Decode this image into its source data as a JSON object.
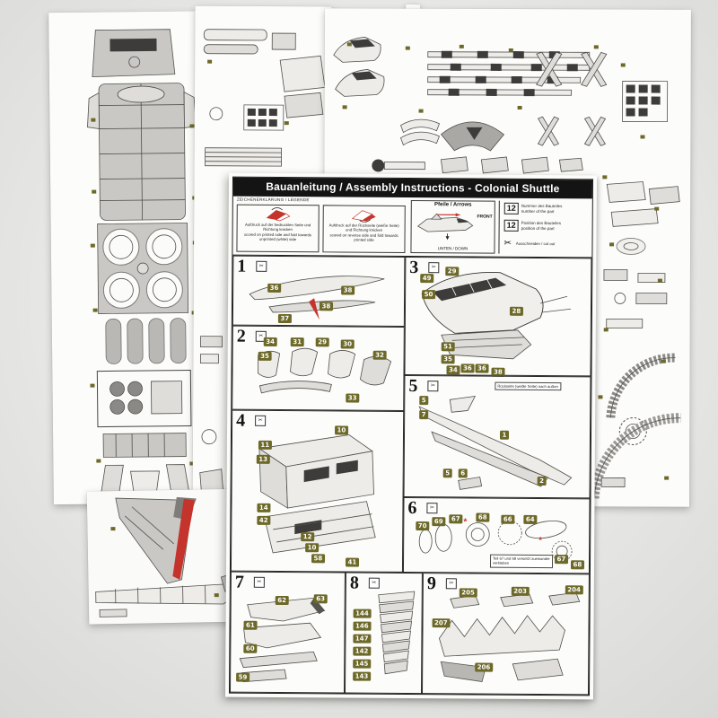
{
  "background": {
    "color": "#e7e7e5"
  },
  "main_sheet": {
    "title": "Bauanleitung / Assembly Instructions - Colonial Shuttle",
    "legend": {
      "caption": "ZEICHENERKLÄRUNG / LEGENDE",
      "fold_printed_de": "Aufdruck auf der bedruckten Seite und Richtung knicken",
      "fold_printed_en": "scored on printed side and fold towards unprinted (white) side",
      "fold_reverse_de": "Aufdruck auf der Rückseite (weiße Seite) und Richtung knicken",
      "fold_reverse_en": "scored on reverse side and fold towards printed side",
      "arrows_caption": "Pfeile / Arrows",
      "front_label": "FRONT",
      "down_label": "UNTEN / DOWN",
      "number_example": "12",
      "number_label_de": "Nummer des Bauteiles",
      "number_label_en": "number of the part",
      "position_example": "12",
      "position_label_de": "Position des Bauteiles",
      "position_label_en": "position of the part",
      "cutout_label": "Ausschneiden / cut out"
    },
    "steps": [
      {
        "number": "1",
        "parts": [
          "36",
          "38",
          "38",
          "37"
        ]
      },
      {
        "number": "2",
        "parts": [
          "34",
          "31",
          "29",
          "30",
          "35",
          "32",
          "33"
        ]
      },
      {
        "number": "3",
        "parts": [
          "49",
          "29",
          "50",
          "28",
          "51",
          "35",
          "34",
          "36",
          "36",
          "38"
        ]
      },
      {
        "number": "4",
        "parts": [
          "10",
          "11",
          "13",
          "14",
          "42",
          "12",
          "10",
          "58",
          "41"
        ]
      },
      {
        "number": "5",
        "parts": [
          "5",
          "7",
          "1",
          "5",
          "6",
          "2"
        ],
        "note": "Rückseite (weiße Seite) nach außen"
      },
      {
        "number": "6",
        "parts": [
          "70",
          "69",
          "67",
          "68",
          "66",
          "64",
          "67",
          "68"
        ],
        "note": "Teil 67 und 68 versetzt zueinander verkleben"
      },
      {
        "number": "7",
        "parts": [
          "62",
          "63",
          "61",
          "60",
          "59"
        ]
      },
      {
        "number": "8",
        "parts": [
          "144",
          "146",
          "147",
          "142",
          "145",
          "143"
        ]
      },
      {
        "number": "9",
        "parts": [
          "205",
          "203",
          "204",
          "207",
          "206"
        ]
      }
    ]
  }
}
